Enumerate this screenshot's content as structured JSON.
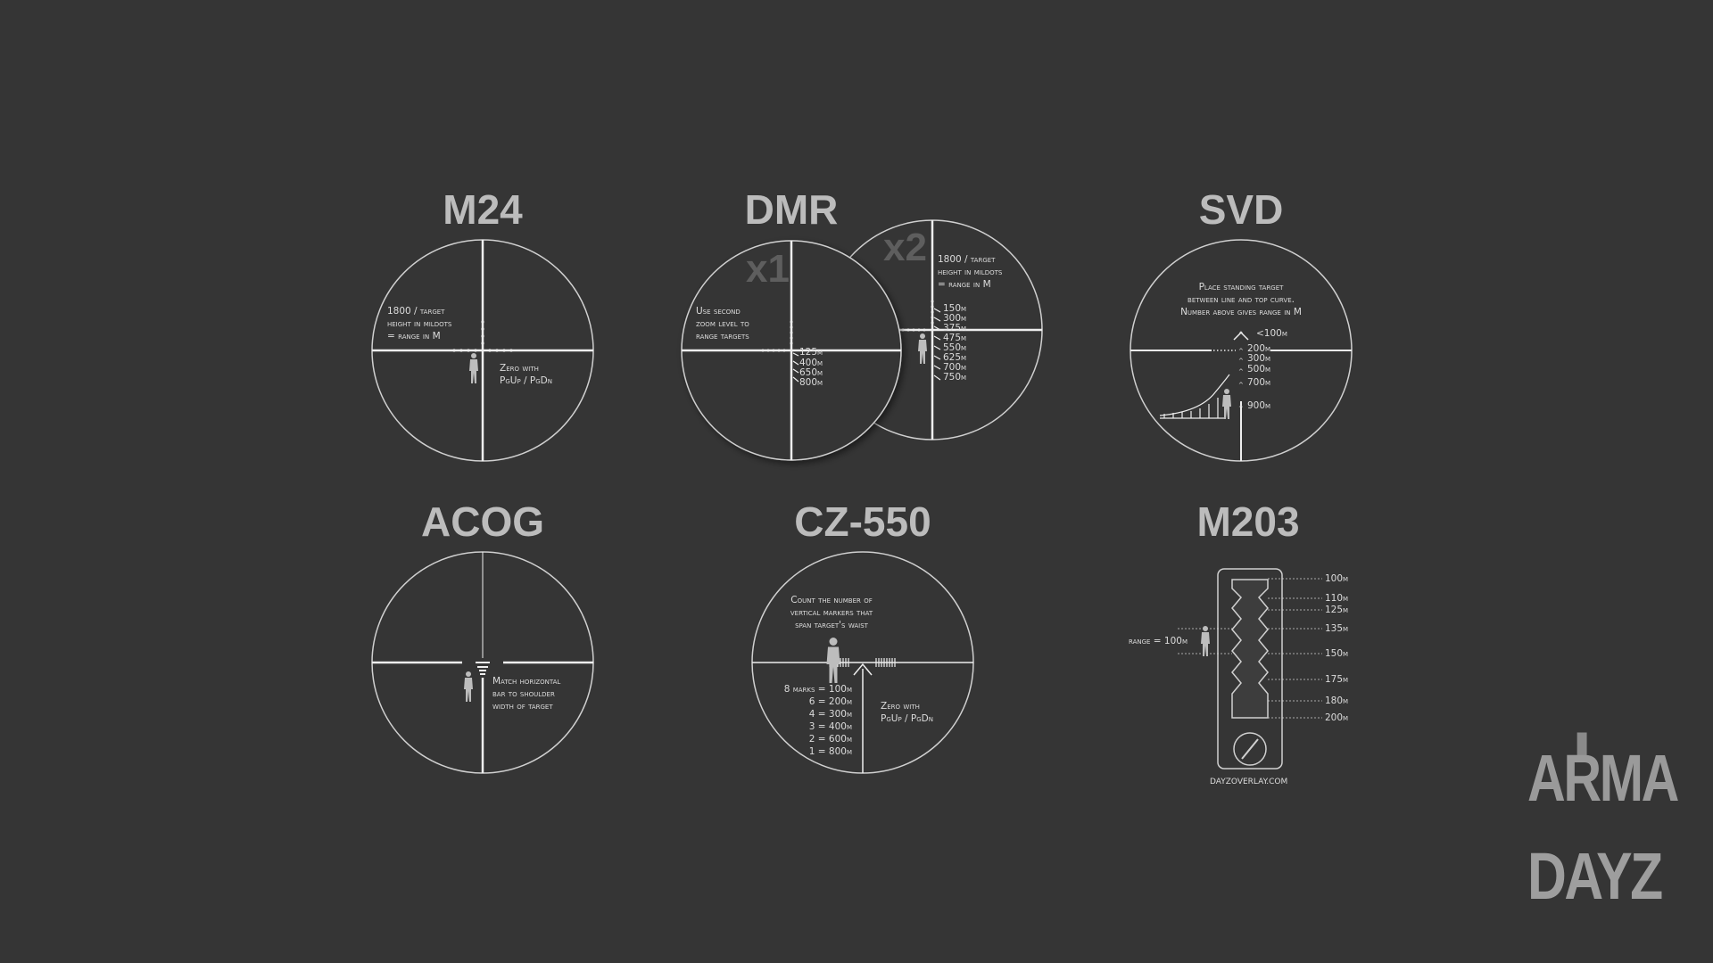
{
  "titles": {
    "m24": "M24",
    "dmr": "DMR",
    "svd": "SVD",
    "acog": "ACOG",
    "cz550": "CZ-550",
    "m203": "M203"
  },
  "m24": {
    "formula": "1800 / target\nheight in mildots\n= range in M",
    "zero": "Zero with\nPgUp / PgDn"
  },
  "dmr": {
    "zoom1": "x1",
    "zoom2": "x2",
    "second_zoom_note": "Use second\nzoom level to\nrange targets",
    "x1_ranges": [
      "125m",
      "400m",
      "650m",
      "800m"
    ],
    "formula": "1800 / target\nheight in mildots\n= range in M",
    "x2_ranges": [
      "150m",
      "300m",
      "375m",
      "475m",
      "550m",
      "625m",
      "700m",
      "750m"
    ]
  },
  "svd": {
    "instruction": "Place standing target\nbetween line and top curve.\nNumber above gives range in M",
    "ranges": [
      "<100m",
      "200m",
      "300m",
      "500m",
      "700m",
      "900m"
    ]
  },
  "acog": {
    "note": "Match horizontal\nbar to shoulder\nwidth of target"
  },
  "cz550": {
    "note": "Count the number of\nvertical markers that\nspan target's waist",
    "marks": [
      "8 marks = 100m",
      "6 = 200m",
      "4 = 300m",
      "3 = 400m",
      "2 = 600m",
      "1 = 800m"
    ],
    "zero": "Zero with\nPgUp / PgDn"
  },
  "m203": {
    "ranges": [
      "100m",
      "110m",
      "125m",
      "135m",
      "150m",
      "175m",
      "180m",
      "200m"
    ],
    "range_label": "range = 100m",
    "site": "DAYZOVERLAY.COM"
  },
  "logos": {
    "arma": "ARMA",
    "arma_numeral": "II",
    "dayz": "DAYZ"
  },
  "colors": {
    "background": "#353535",
    "reticle": "#e8e8e8",
    "title": "#bcbcbc",
    "zoom_label": "#5e5e5e"
  }
}
